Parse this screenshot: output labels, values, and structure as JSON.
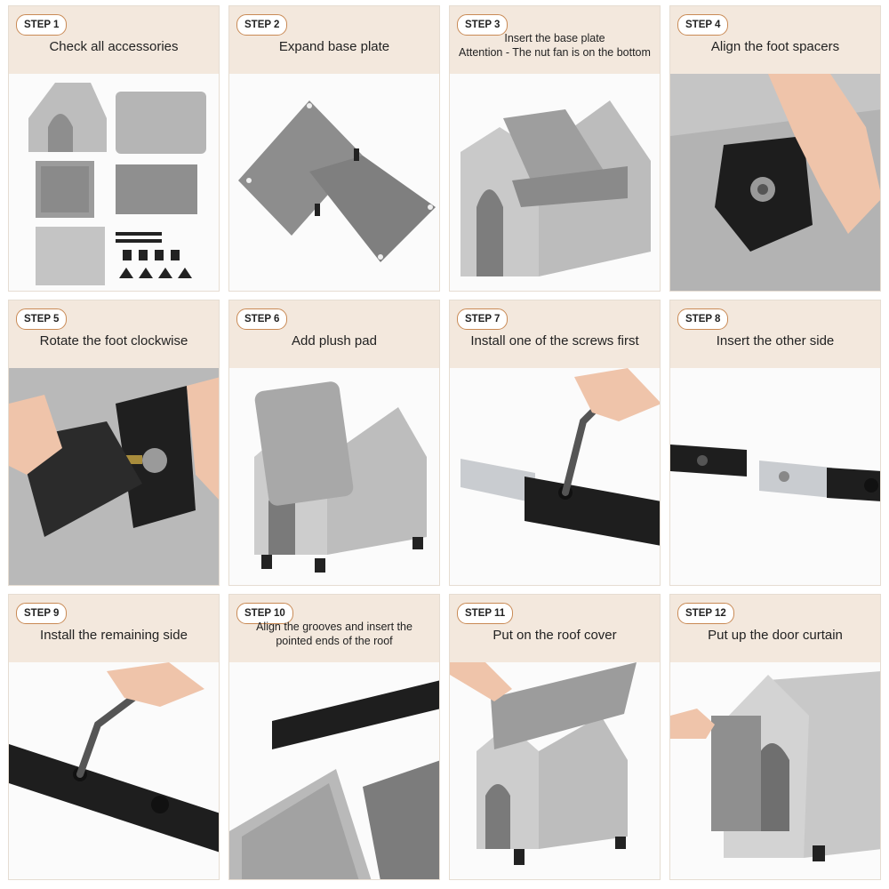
{
  "steps": [
    {
      "badge": "STEP 1",
      "title": "Check all accessories"
    },
    {
      "badge": "STEP 2",
      "title": "Expand base plate"
    },
    {
      "badge": "STEP 3",
      "title_line1": "Insert the base plate",
      "title_line2": "Attention - The nut fan is on the bottom"
    },
    {
      "badge": "STEP 4",
      "title": "Align the foot spacers"
    },
    {
      "badge": "STEP 5",
      "title": "Rotate the foot clockwise"
    },
    {
      "badge": "STEP 6",
      "title": "Add plush pad"
    },
    {
      "badge": "STEP 7",
      "title": "Install one of the screws first"
    },
    {
      "badge": "STEP 8",
      "title": "Insert the other side"
    },
    {
      "badge": "STEP 9",
      "title": "Install the remaining side"
    },
    {
      "badge": "STEP 10",
      "title_line1": "Align the grooves and insert the",
      "title_line2": "pointed ends of the roof"
    },
    {
      "badge": "STEP 11",
      "title": "Put on the roof cover"
    },
    {
      "badge": "STEP 12",
      "title": "Put up the door curtain"
    }
  ],
  "colors": {
    "header_bg": "#f3e8dd",
    "badge_border": "#c98a55",
    "felt": "#a9a9a9",
    "frame": "#1f1f1f"
  }
}
